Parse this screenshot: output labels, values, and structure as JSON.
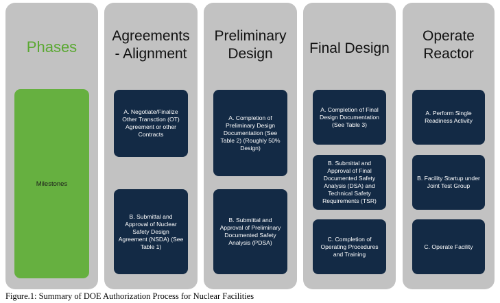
{
  "phases": {
    "title": "Phases",
    "milestones_label": "Milestones"
  },
  "columns": [
    {
      "title_lines": [
        "Agreements",
        "- Alignment"
      ],
      "milestones": [
        "A. Negotiate/Finalize Other Transction (OT) Agreement or other Contracts",
        "B. Submittal and Approval of Nuclear Safety Design Agreement (NSDA) (See Table 1)"
      ]
    },
    {
      "title_lines": [
        "Preliminary",
        "Design"
      ],
      "milestones": [
        "A. Completion of Preliminary Design Documentation (See Table 2) (Roughly 50% Design)",
        "B. Submittal and Approval of Preliminary Documented Safety Analysis (PDSA)"
      ]
    },
    {
      "title_lines": [
        "Final Design"
      ],
      "milestones": [
        "A. Completion of Final Design Documentation (See Table 3)",
        "B. Submittal and Approval of Final Documented Safety Analysis (DSA) and Technical Safety Requirements (TSR)",
        "C. Completion of Operating Procedures and Training"
      ]
    },
    {
      "title_lines": [
        "Operate",
        "Reactor"
      ],
      "milestones": [
        "A. Perform Single Readiness Activity",
        "B. Facility Startup under Joint Test Group",
        "C. Operate Facility"
      ]
    }
  ],
  "caption": "Figure.1: Summary of DOE Authorization Process for Nuclear Facilities",
  "colors": {
    "column_bg": "#c2c2c2",
    "phases_green": "#5aa832",
    "milestones_green": "#66b040",
    "milestone_navy": "#132a45"
  }
}
